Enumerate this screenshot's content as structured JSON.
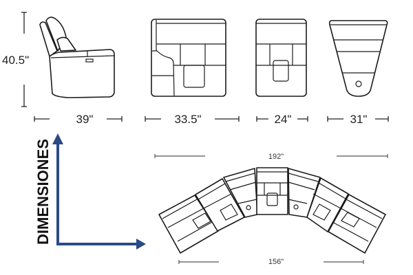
{
  "dimensions": {
    "height": "40.5\"",
    "recliner_depth": "39\"",
    "corner_width": "33.5\"",
    "armless_width": "24\"",
    "wedge_width": "31\"",
    "sectional_outer": "192\"",
    "sectional_inner": "156\""
  },
  "label": "DIMENSIONES",
  "colors": {
    "accent": "#2b4a86",
    "line": "#1a1a1a"
  }
}
